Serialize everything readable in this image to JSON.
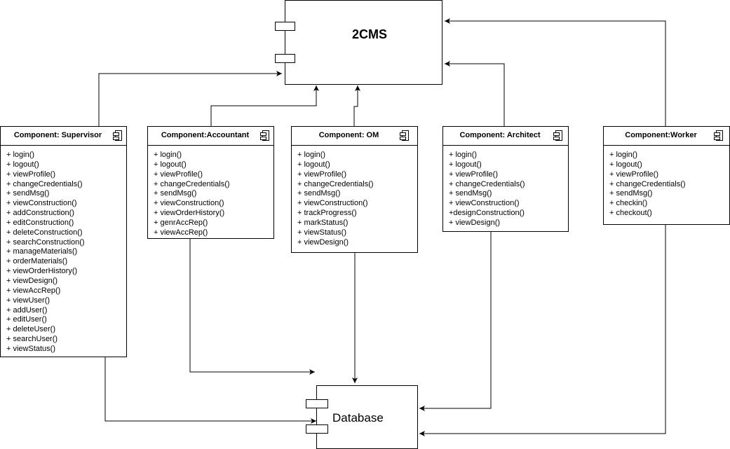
{
  "system": {
    "title": "2CMS"
  },
  "database": {
    "title": "Database"
  },
  "components": [
    {
      "key": "supervisor",
      "title": "Component: Supervisor",
      "ops": [
        "+ login()",
        "+ logout()",
        "+ viewProfile()",
        "+ changeCredentials()",
        "+ sendMsg()",
        "+ viewConstruction()",
        "+ addConstruction()",
        "+ editConstruction()",
        "+ deleteConstruction()",
        "+ searchConstruction()",
        "+ manageMaterials()",
        "+ orderMaterials()",
        "+ viewOrderHistory()",
        "+ viewDesign()",
        "+ viewAccRep()",
        "+ viewUser()",
        "+ addUser()",
        "+ editUser()",
        "+ deleteUser()",
        "+ searchUser()",
        "+ viewStatus()"
      ]
    },
    {
      "key": "accountant",
      "title": "Component:Accountant",
      "ops": [
        "+ login()",
        "+ logout()",
        "+ viewProfile()",
        "+ changeCredentials()",
        "+ sendMsg()",
        "+ viewConstruction()",
        "+ viewOrderHistory()",
        "+ genrAccRep()",
        "+ viewAccRep()"
      ]
    },
    {
      "key": "om",
      "title": "Component: OM",
      "ops": [
        "+ login()",
        "+ logout()",
        "+ viewProfile()",
        "+ changeCredentials()",
        "+ sendMsg()",
        "+ viewConstruction()",
        "+ trackProgress()",
        "+ markStatus()",
        "+ viewStatus()",
        "+ viewDesign()"
      ]
    },
    {
      "key": "architect",
      "title": "Component: Architect",
      "ops": [
        "+ login()",
        "+ logout()",
        "+ viewProfile()",
        "+ changeCredentials()",
        "+ sendMsg()",
        "+ viewConstruction()",
        "+designConstruction()",
        "+ viewDesign()"
      ]
    },
    {
      "key": "worker",
      "title": "Component:Worker",
      "ops": [
        "+ login()",
        "+ logout()",
        "+ viewProfile()",
        "+ changeCredentials()",
        "+ sendMsg()",
        "+ checkin()",
        "+ checkout()"
      ]
    }
  ]
}
